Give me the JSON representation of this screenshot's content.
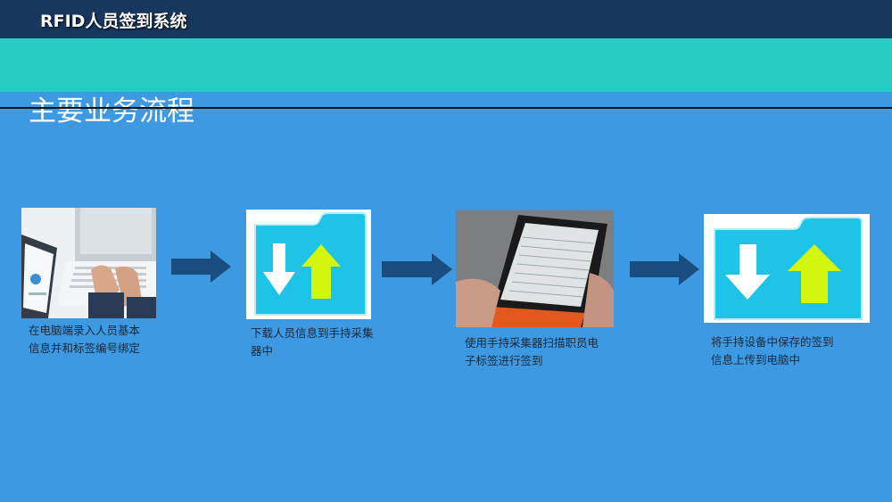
{
  "header": {
    "system_title": "RFID人员签到系统"
  },
  "section": {
    "title": "主要业务流程"
  },
  "colors": {
    "header_bg": "#17375e",
    "band_bg": "#27cdc5",
    "body_bg": "#3d9ae2",
    "arrow": "#1a4e80"
  },
  "steps": [
    {
      "caption": "在电脑端录入人员基本信息并和标签编号绑定",
      "image": "laptop-typing-photo"
    },
    {
      "caption": "下载人员信息到手持采集器中",
      "image": "folder-transfer-icon"
    },
    {
      "caption": "使用手持采集器扫描职员电子标签进行签到",
      "image": "handheld-reader-photo"
    },
    {
      "caption": "将手持设备中保存的签到信息上传到电脑中",
      "image": "folder-transfer-icon"
    }
  ]
}
